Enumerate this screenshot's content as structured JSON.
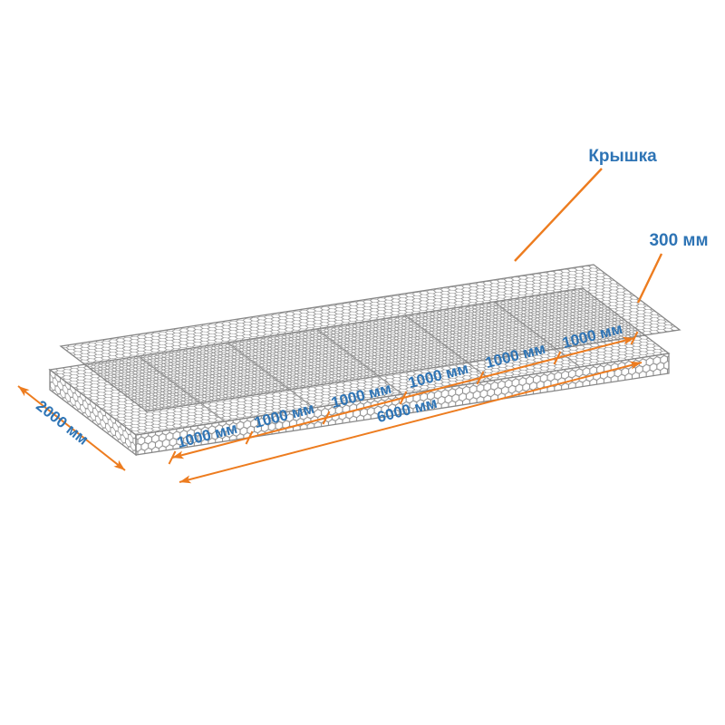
{
  "diagram": {
    "labels": {
      "lid": "Крышка",
      "height": "300 мм",
      "width": "2000 мм",
      "length_total": "6000 мм",
      "segments": [
        "1000 мм",
        "1000 мм",
        "1000 мм",
        "1000 мм",
        "1000 мм",
        "1000 мм"
      ]
    },
    "colors": {
      "dimension_orange": "#ED7C1F",
      "label_blue": "#2E74B5",
      "mesh_gray": "#8D8D8D",
      "background": "#FFFFFF"
    }
  }
}
